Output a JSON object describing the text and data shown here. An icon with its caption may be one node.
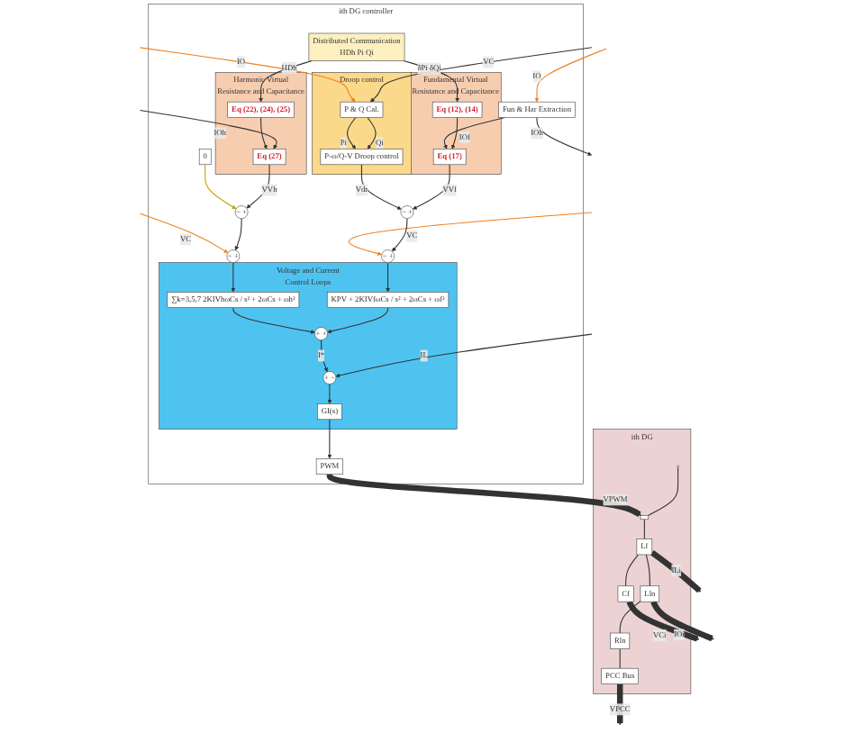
{
  "diagram": {
    "nodes": [
      {
        "text": [
          "ith DG controller"
        ]
      },
      {
        "text": [
          "Voltage and Current Control Loops"
        ],
        "in": 0
      },
      {
        "text": [
          "∑k=3,5,7 2KIVhωCs / s² + 2ωCs + ωh²"
        ],
        "in": 1
      },
      {
        "text": [
          "KPV + 2KIVfωCs / s² + 2ωCs + ωf²"
        ],
        "in": 1
      },
      {
        "text": [
          "+ +"
        ],
        "in": 1
      },
      {
        "text": [
          "+ −"
        ],
        "in": 1
      },
      {
        "text": [
          "GI(s)"
        ],
        "in": 1
      },
      {
        "text": [
          "PWM"
        ],
        "in": 0
      },
      {
        "text": [
          "− +"
        ],
        "in": 0
      },
      {
        "text": [
          "− +"
        ],
        "in": 0
      },
      {
        "text": [
          "− +"
        ],
        "in": 0
      },
      {
        "text": [
          "Droop control"
        ],
        "in": 0
      },
      {
        "text": [
          "P-ω/Q-V Droop control"
        ],
        "in": 11
      },
      {
        "text": [
          "P & Q Cal."
        ],
        "in": 11
      },
      {
        "text": [
          "Fun & Har Extraction"
        ],
        "in": 0
      },
      {
        "text": [
          "Fundamental Virtual Resistance and Capacitance"
        ],
        "in": 0
      },
      {
        "text": [
          "Eq (17)"
        ],
        "in": 15
      },
      {
        "text": [
          "Eq (12), (14)"
        ],
        "in": 15
      },
      {
        "text": [
          "− +"
        ],
        "in": 0
      },
      {
        "text": [
          "0"
        ],
        "in": 0
      },
      {
        "text": [
          "Harmonic Virtual Resistance and Capacitance"
        ],
        "in": 0
      },
      {
        "text": [
          "Eq (27)"
        ],
        "in": 20
      },
      {
        "text": [
          "Eq (22), (24), (25)"
        ],
        "in": 20
      },
      {
        "text": [
          "Distributed Communication",
          "HDh Pi Qi"
        ],
        "in": 0
      },
      {
        "text": [
          "ith DG"
        ]
      },
      {
        "text": [],
        "shape": "circle",
        "in": 24
      },
      {
        "text": [],
        "shape": "box",
        "in": 24
      },
      {
        "text": [
          "Lf"
        ],
        "in": 24
      },
      {
        "text": [
          "Cf"
        ],
        "in": 24
      },
      {
        "text": [
          "Lln"
        ],
        "in": 24
      },
      {
        "text": [
          "Rln"
        ],
        "in": 24
      },
      {
        "text": [
          "PCC Bus"
        ],
        "in": 24
      }
    ],
    "edges": [
      {
        "from": 8,
        "to": 2,
        "arrow": "to"
      },
      {
        "from": 9,
        "to": 3,
        "arrow": "to"
      },
      {
        "from": 2,
        "to": 4,
        "arrow": "to"
      },
      {
        "from": 3,
        "to": 4,
        "arrow": "to"
      },
      {
        "from": 4,
        "to": 5,
        "label": "I*",
        "arrow": "to"
      },
      {
        "from": 5,
        "to": 6,
        "arrow": "to"
      },
      {
        "from": 6,
        "to": 7,
        "arrow": "to"
      },
      {
        "from": 7,
        "to": 26,
        "label": "VPWM",
        "arrow": "to",
        "style": "thick"
      },
      {
        "from": null,
        "to": 5,
        "label": "IL",
        "arrow": "to"
      },
      {
        "from": null,
        "to": 8,
        "label": "VC",
        "arrow": "to",
        "color": "#f07f1d"
      },
      {
        "from": null,
        "to": 9,
        "label": "VC",
        "arrow": "to",
        "color": "#f07f1d"
      },
      {
        "from": 10,
        "to": 9,
        "arrow": "to"
      },
      {
        "from": 18,
        "to": 8,
        "arrow": "to"
      },
      {
        "from": 12,
        "to": 10,
        "label": "Vdr",
        "arrow": "to"
      },
      {
        "from": 13,
        "to": 12,
        "label": "Pi",
        "arrow": "to"
      },
      {
        "from": 13,
        "to": 12,
        "label": "Qi",
        "arrow": "to"
      },
      {
        "from": null,
        "to": 13,
        "label": "IO",
        "arrow": "to",
        "color": "#f07f1d"
      },
      {
        "from": null,
        "to": 13,
        "label": "VC",
        "arrow": "to"
      },
      {
        "from": 16,
        "to": 10,
        "label": "VVf",
        "arrow": "to"
      },
      {
        "from": 14,
        "to": 16,
        "label": "IOf",
        "arrow": "to"
      },
      {
        "from": null,
        "to": 14,
        "label": "IO",
        "arrow": "to",
        "color": "#f07f1d"
      },
      {
        "from": 14,
        "to": null,
        "label": "IOh",
        "arrow": "to"
      },
      {
        "from": 17,
        "to": 16,
        "arrow": "to"
      },
      {
        "from": 23,
        "to": 17,
        "label": "δPi δQi",
        "arrow": "to"
      },
      {
        "from": 19,
        "to": 18,
        "arrow": "to",
        "color": "#c8a000"
      },
      {
        "from": 21,
        "to": 18,
        "label": "VVh",
        "arrow": "to"
      },
      {
        "from": 22,
        "to": 21,
        "arrow": "to"
      },
      {
        "from": 23,
        "to": 22,
        "label": "HDh",
        "arrow": "to"
      },
      {
        "from": null,
        "to": 21,
        "label": "IOh",
        "arrow": "to"
      },
      {
        "from": 25,
        "to": 26,
        "arrow": "none"
      },
      {
        "from": 26,
        "to": 27,
        "arrow": "none"
      },
      {
        "from": 27,
        "to": null,
        "label": "ILi",
        "arrow": "to",
        "style": "thick"
      },
      {
        "from": 28,
        "to": null,
        "label": "VCi",
        "arrow": "to",
        "style": "thick"
      },
      {
        "from": 27,
        "to": 28,
        "arrow": "none"
      },
      {
        "from": 27,
        "to": 29,
        "arrow": "none"
      },
      {
        "from": 29,
        "to": null,
        "label": "IOi",
        "arrow": "to",
        "style": "thick"
      },
      {
        "from": 29,
        "to": 30,
        "arrow": "none"
      },
      {
        "from": 30,
        "to": 31,
        "arrow": "none"
      },
      {
        "from": 31,
        "to": null,
        "label": "VPCC",
        "arrow": "to",
        "style": "thick"
      }
    ]
  }
}
